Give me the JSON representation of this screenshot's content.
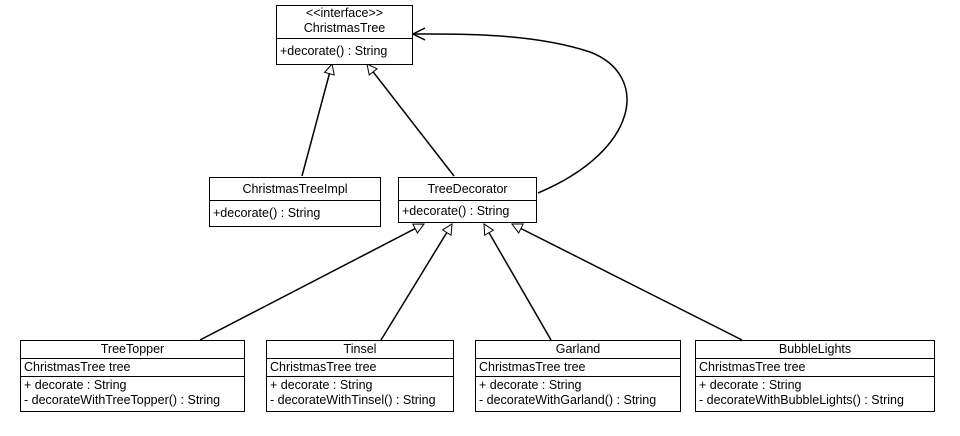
{
  "classes": {
    "christmas_tree": {
      "stereotype": "<<interface>>",
      "name": "ChristmasTree",
      "methods": [
        "+decorate() : String"
      ]
    },
    "christmas_tree_impl": {
      "name": "ChristmasTreeImpl",
      "methods": [
        "+decorate() : String"
      ]
    },
    "tree_decorator": {
      "name": "TreeDecorator",
      "methods": [
        "+decorate() : String"
      ]
    },
    "tree_topper": {
      "name": "TreeTopper",
      "attributes": [
        "ChristmasTree tree"
      ],
      "methods": [
        "+ decorate : String",
        "- decorateWithTreeTopper() : String"
      ]
    },
    "tinsel": {
      "name": "Tinsel",
      "attributes": [
        "ChristmasTree tree"
      ],
      "methods": [
        "+ decorate : String",
        "- decorateWithTinsel() : String"
      ]
    },
    "garland": {
      "name": "Garland",
      "attributes": [
        "ChristmasTree tree"
      ],
      "methods": [
        "+ decorate : String",
        "- decorateWithGarland() : String"
      ]
    },
    "bubble_lights": {
      "name": "BubbleLights",
      "attributes": [
        "ChristmasTree tree"
      ],
      "methods": [
        "+ decorate : String",
        "- decorateWithBubbleLights() : String"
      ]
    }
  },
  "relations": [
    {
      "from": "ChristmasTreeImpl",
      "to": "ChristmasTree",
      "kind": "realization"
    },
    {
      "from": "TreeDecorator",
      "to": "ChristmasTree",
      "kind": "realization"
    },
    {
      "from": "TreeDecorator",
      "to": "ChristmasTree",
      "kind": "association"
    },
    {
      "from": "TreeTopper",
      "to": "TreeDecorator",
      "kind": "inheritance"
    },
    {
      "from": "Tinsel",
      "to": "TreeDecorator",
      "kind": "inheritance"
    },
    {
      "from": "Garland",
      "to": "TreeDecorator",
      "kind": "inheritance"
    },
    {
      "from": "BubbleLights",
      "to": "TreeDecorator",
      "kind": "inheritance"
    }
  ]
}
